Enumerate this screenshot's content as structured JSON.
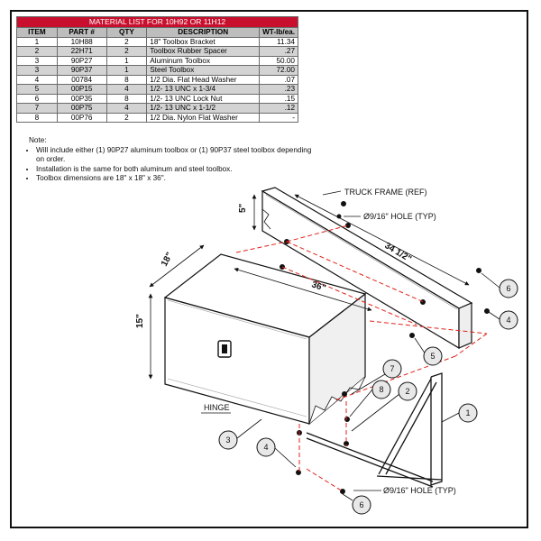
{
  "table": {
    "title": "MATERIAL LIST FOR 10H92 OR 11H12",
    "headers": [
      "ITEM",
      "PART #",
      "QTY",
      "DESCRIPTION",
      "WT-lb/ea."
    ],
    "rows": [
      {
        "item": "1",
        "part": "10H88",
        "qty": "2",
        "desc": "18\" Toolbox Bracket",
        "wt": "11.34"
      },
      {
        "item": "2",
        "part": "22H71",
        "qty": "2",
        "desc": "Toolbox Rubber Spacer",
        "wt": ".27"
      },
      {
        "item": "3",
        "part": "90P27",
        "qty": "1",
        "desc": "Aluminum Toolbox",
        "wt": "50.00"
      },
      {
        "item": "3",
        "part": "90P37",
        "qty": "1",
        "desc": "Steel Toolbox",
        "wt": "72.00"
      },
      {
        "item": "4",
        "part": "00784",
        "qty": "8",
        "desc": "1/2 Dia. Flat Head Washer",
        "wt": ".07"
      },
      {
        "item": "5",
        "part": "00P15",
        "qty": "4",
        "desc": "1/2- 13 UNC x 1-3/4",
        "wt": ".23"
      },
      {
        "item": "6",
        "part": "00P35",
        "qty": "8",
        "desc": "1/2- 13 UNC Lock Nut",
        "wt": ".15"
      },
      {
        "item": "7",
        "part": "00P75",
        "qty": "4",
        "desc": "1/2- 13 UNC x 1-1/2",
        "wt": ".12"
      },
      {
        "item": "8",
        "part": "00P76",
        "qty": "2",
        "desc": "1/2 Dia. Nylon Flat Washer",
        "wt": "-"
      }
    ]
  },
  "notes": {
    "title": "Note:",
    "items": [
      "Will include either (1) 90P27 aluminum toolbox or (1) 90P37 steel toolbox depending on order.",
      "Installation is the same for both aluminum and steel toolbox.",
      "Toolbox dimensions are 18\" x 18\" x 36\"."
    ]
  },
  "diagram": {
    "callouts": {
      "truck_frame": "TRUCK FRAME (REF)",
      "hole_top": "Ø9/16\" HOLE (TYP)",
      "hole_bottom": "Ø9/16\" HOLE (TYP)",
      "hinge": "HINGE"
    },
    "dimensions": {
      "frame_height": "5\"",
      "frame_length": "34 1/2\"",
      "box_depth": "18\"",
      "box_width": "36\"",
      "box_height": "15\""
    },
    "balloons": [
      "6",
      "4",
      "5",
      "7",
      "8",
      "2",
      "1",
      "3",
      "4",
      "6"
    ]
  }
}
